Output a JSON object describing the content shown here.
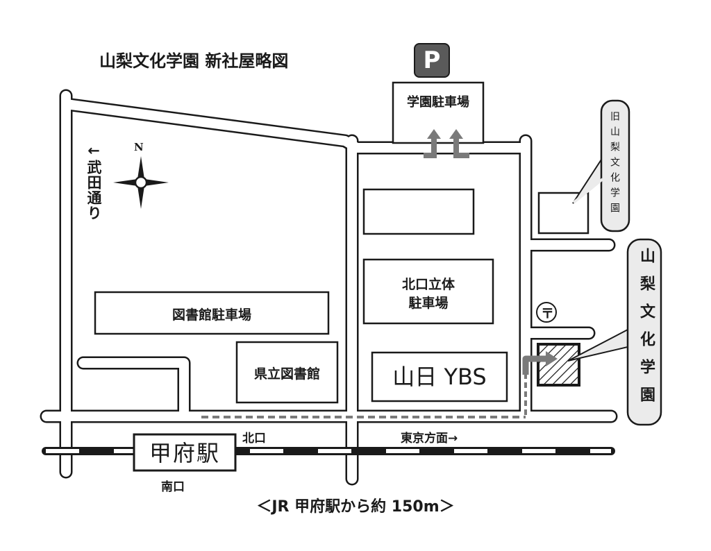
{
  "title": "山梨文化学園 新社屋略図",
  "parking_icon": "P",
  "labels": {
    "gakuen_parking": "学園駐車場",
    "library_parking": "図書館駐車場",
    "kitaguchi_parking_l1": "北口立体",
    "kitaguchi_parking_l2": "駐車場",
    "prefectural_library": "県立図書館",
    "sannichi_ybs": "山日 YBS",
    "kofu_station": "甲府駅",
    "kitaguchi": "北口",
    "minamiguchi": "南口",
    "tokyo_direction": "東京方面→",
    "takeda_street": "←武田通り",
    "compass_north": "N",
    "old_school_callout": "旧山梨文化学園",
    "school_callout": "山梨文化学園",
    "post_office_symbol": "〒",
    "footer": "＜JR 甲府駅から約 150m＞"
  },
  "colors": {
    "ink": "#1a1a1a",
    "road_fill": "#ffffff",
    "route_gray": "#7a7a7a",
    "callout_fill": "#ebebeb"
  },
  "icons": {
    "compass": "compass-rose-icon",
    "parking": "parking-icon",
    "post_office": "post-office-icon"
  }
}
